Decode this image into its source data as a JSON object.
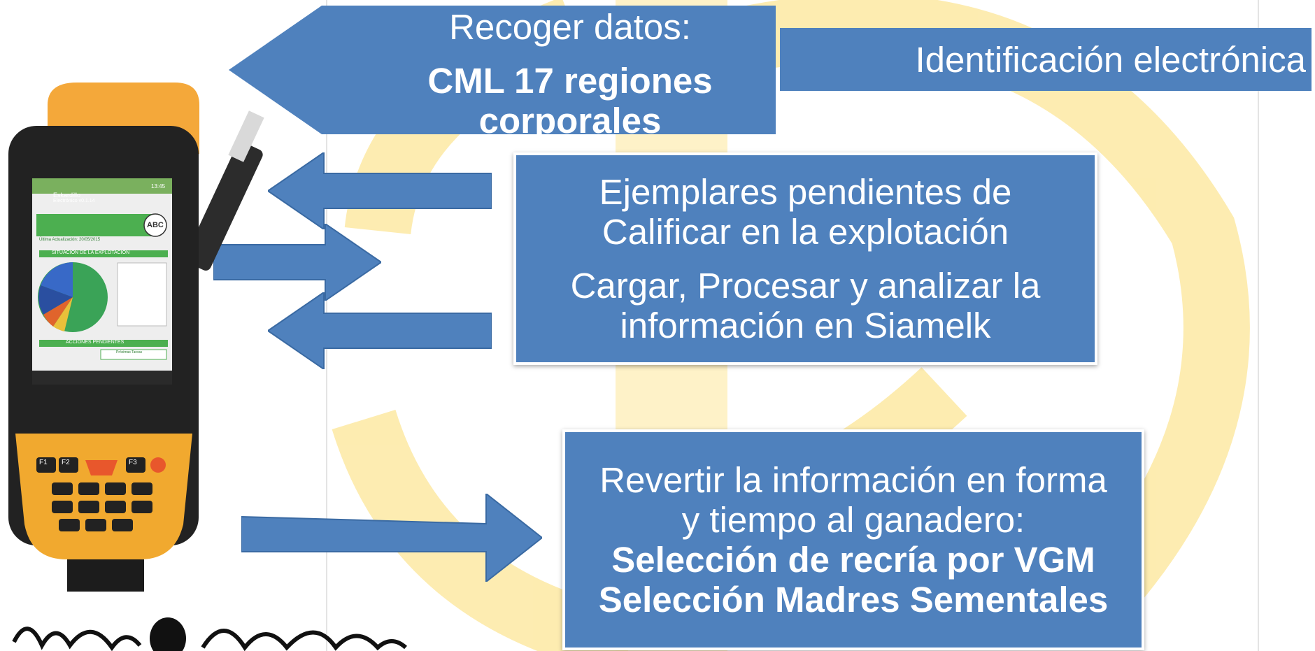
{
  "colors": {
    "box_blue": "#4f81bd",
    "logo_yellow": "#fde9a3"
  },
  "top_arrow": {
    "heading": "Recoger datos:",
    "bold_line1": "CML 17 regiones",
    "bold_line2": "corporales"
  },
  "ident_box": {
    "label": "Identificación electrónica"
  },
  "middle_box": {
    "line1": "Ejemplares pendientes de",
    "line2": "Calificar en la explotación",
    "line3": "Cargar, Procesar y analizar la",
    "line4": "información en Siamelk"
  },
  "bottom_box": {
    "line1": "Revertir la información en forma",
    "line2": "y tiempo al ganadero:",
    "bold_line1": "Selección de recría por VGM",
    "bold_line2": "Selección Madres Sementales"
  },
  "device": {
    "app_name": "Eskardillo",
    "app_version": "Electrónico v0.1.14",
    "time": "13:45",
    "badge": "ABC",
    "last_update": "Última Actualización: 20/05/2015",
    "section_title": "SITUACIÓN DE LA EXPLOTACIÓN",
    "actions_title": "ACCIONES PENDIENTES",
    "next_tasks": "Próximas Tareas",
    "keys": [
      "F1",
      "F2",
      "F3"
    ],
    "icon": "handheld-terminal-icon"
  }
}
